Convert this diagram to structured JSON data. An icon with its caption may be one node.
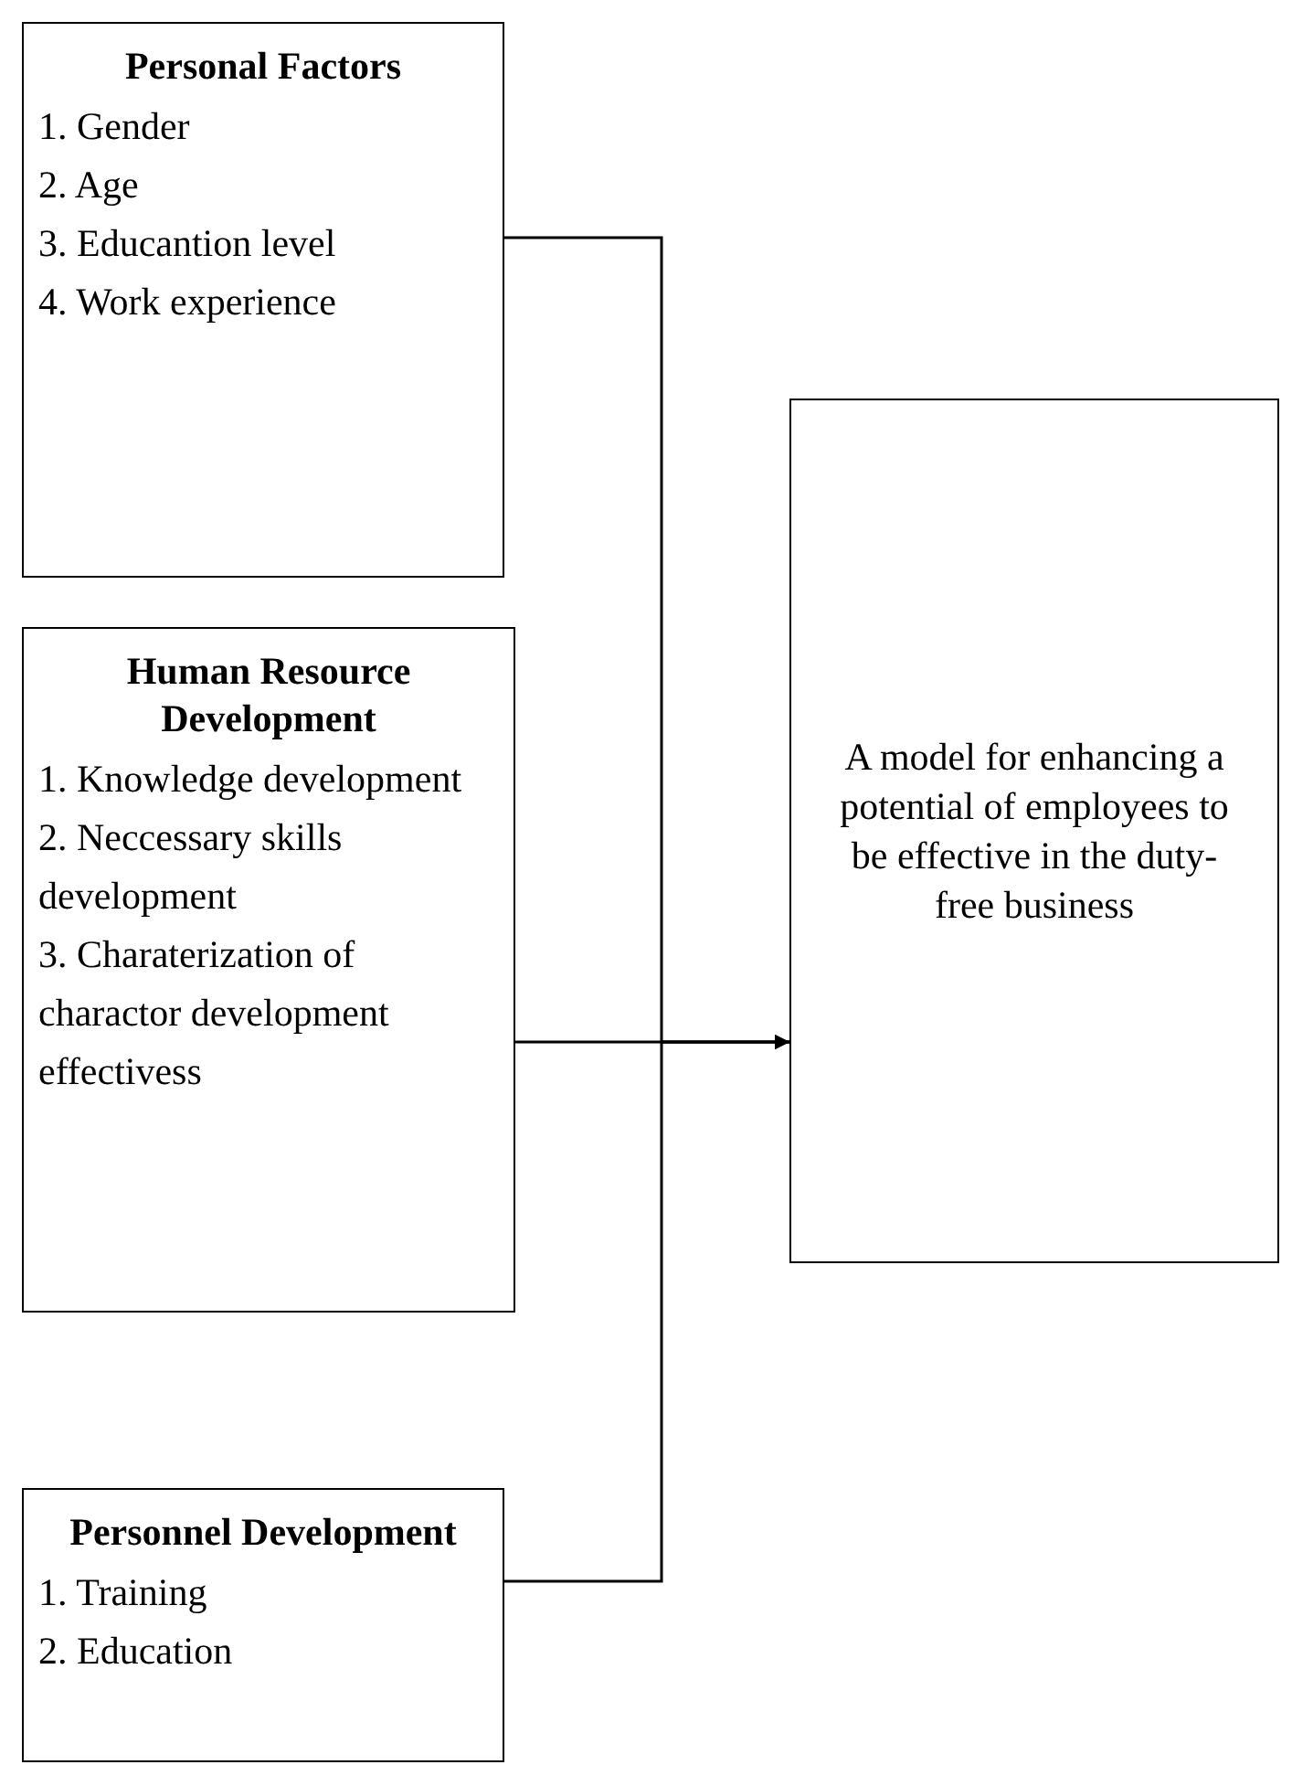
{
  "diagram": {
    "nodes": [
      {
        "text": [
          "Personal Factors",
          "1. Gender",
          "2. Age",
          "3. Educantion level",
          "4. Work experience"
        ]
      },
      {
        "text": [
          "Human Resource Development",
          "1. Knowledge development",
          "2. Neccessary skills development",
          "3. Charaterization of charactor development effectivess"
        ]
      },
      {
        "text": [
          "Personnel Development",
          "1. Training",
          "2. Education"
        ]
      },
      {
        "text": [
          "A model for enhancing a potential of employees to be effective in the duty-free business"
        ]
      }
    ],
    "edges": [
      {
        "from": 0,
        "to": 3,
        "arrow": "to"
      },
      {
        "from": 1,
        "to": 3,
        "arrow": "to"
      },
      {
        "from": 2,
        "to": 3,
        "arrow": "to"
      }
    ]
  }
}
